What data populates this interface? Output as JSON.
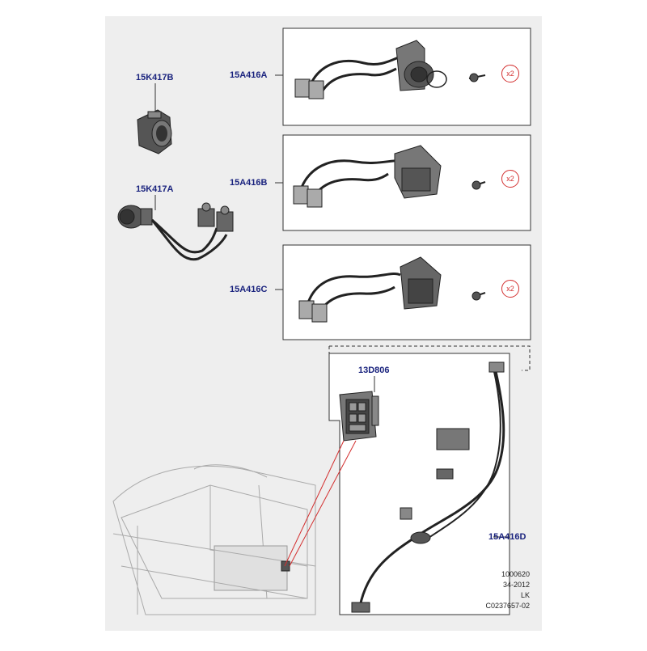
{
  "callouts": {
    "c15K417B": "15K417B",
    "c15K417A": "15K417A",
    "c15A416A": "15A416A",
    "c15A416B": "15A416B",
    "c15A416C": "15A416C",
    "c13D806": "13D806",
    "c15A416D": "15A416D"
  },
  "quantities": {
    "a": "x2",
    "b": "x2",
    "c": "x2"
  },
  "footer": {
    "line1": "1000620",
    "line2": "34-2012",
    "line3": "LK",
    "line4": "C0237657-02"
  },
  "colors": {
    "callout": "#1a237e",
    "qty_ring": "#d32f2f",
    "leader_red": "#d32f2f",
    "sheet_bg": "#eeeeee"
  }
}
